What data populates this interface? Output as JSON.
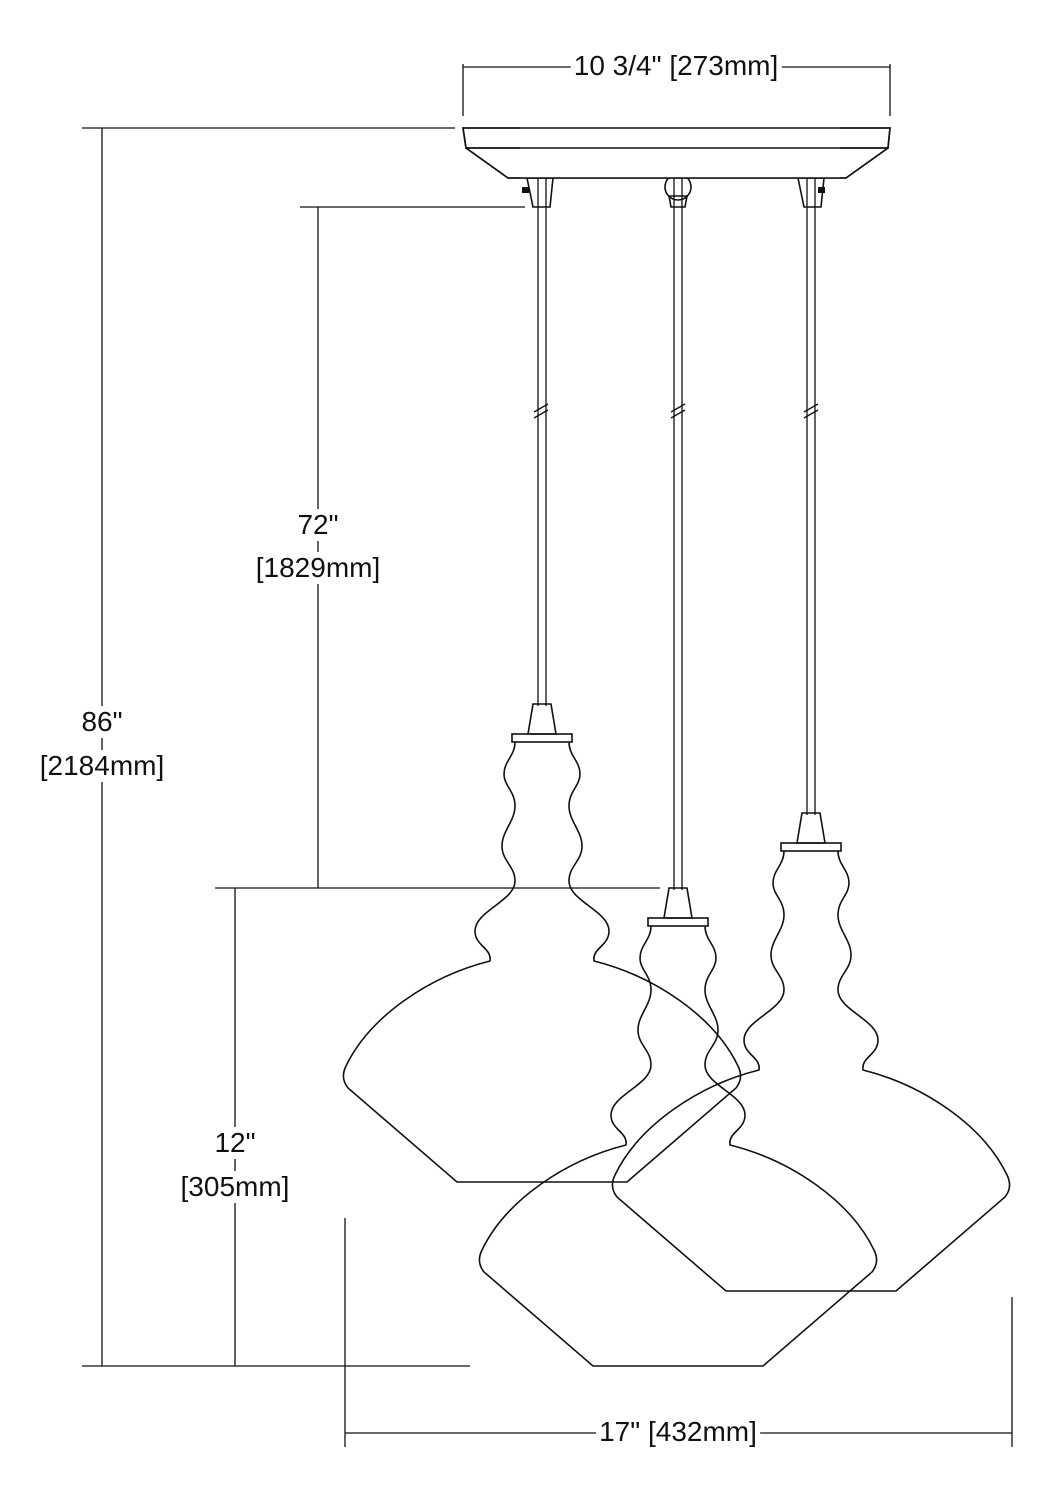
{
  "title": "Three-light pendant dimension drawing",
  "dimensions": {
    "canopy_width": "10 3/4\" [273mm]",
    "overall_height_in": "86\"",
    "overall_height_mm": "[2184mm]",
    "cord_length_in": "72\"",
    "cord_length_mm": "[1829mm]",
    "shade_height_in": "12\"",
    "shade_height_mm": "[305mm]",
    "overall_width": "17\" [432mm]"
  },
  "colors": {
    "line": "#111111",
    "background": "#ffffff"
  }
}
